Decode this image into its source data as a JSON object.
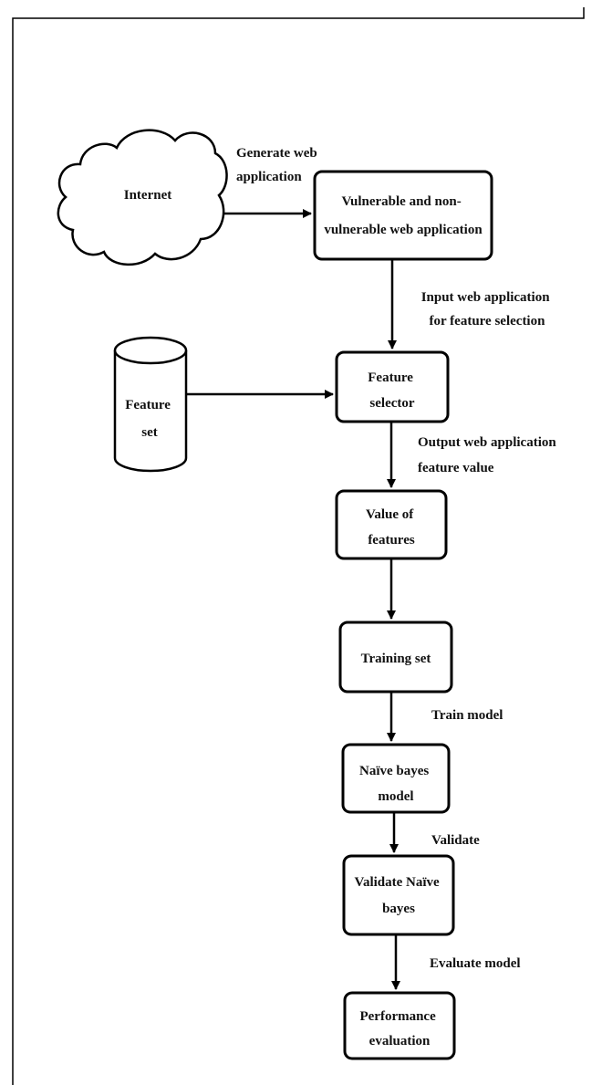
{
  "nodes": {
    "internet": {
      "label": "Internet"
    },
    "vulnerable_app": {
      "label_lines": [
        "Vulnerable and non-",
        "vulnerable web application"
      ]
    },
    "feature_set": {
      "label_lines": [
        "Feature",
        "set"
      ]
    },
    "feature_selector": {
      "label_lines": [
        "Feature",
        "selector"
      ]
    },
    "value_of_features": {
      "label_lines": [
        "Value of",
        "features"
      ]
    },
    "training_set": {
      "label": "Training set"
    },
    "naive_bayes_model": {
      "label_lines": [
        "Naïve bayes",
        "model"
      ]
    },
    "validate_naive_bayes": {
      "label_lines": [
        "Validate Naïve",
        "bayes"
      ]
    },
    "performance_evaluation": {
      "label_lines": [
        "Performance",
        "evaluation"
      ]
    }
  },
  "edges": {
    "generate_web_application": {
      "label_lines": [
        "Generate web",
        "application"
      ]
    },
    "input_for_feature_selection": {
      "label_lines": [
        "Input web application",
        "for feature selection"
      ]
    },
    "output_feature_value": {
      "label_lines": [
        "Output web application",
        "feature value"
      ]
    },
    "train_model": {
      "label": "Train model"
    },
    "validate": {
      "label": "Validate"
    },
    "evaluate_model": {
      "label": "Evaluate model"
    }
  }
}
